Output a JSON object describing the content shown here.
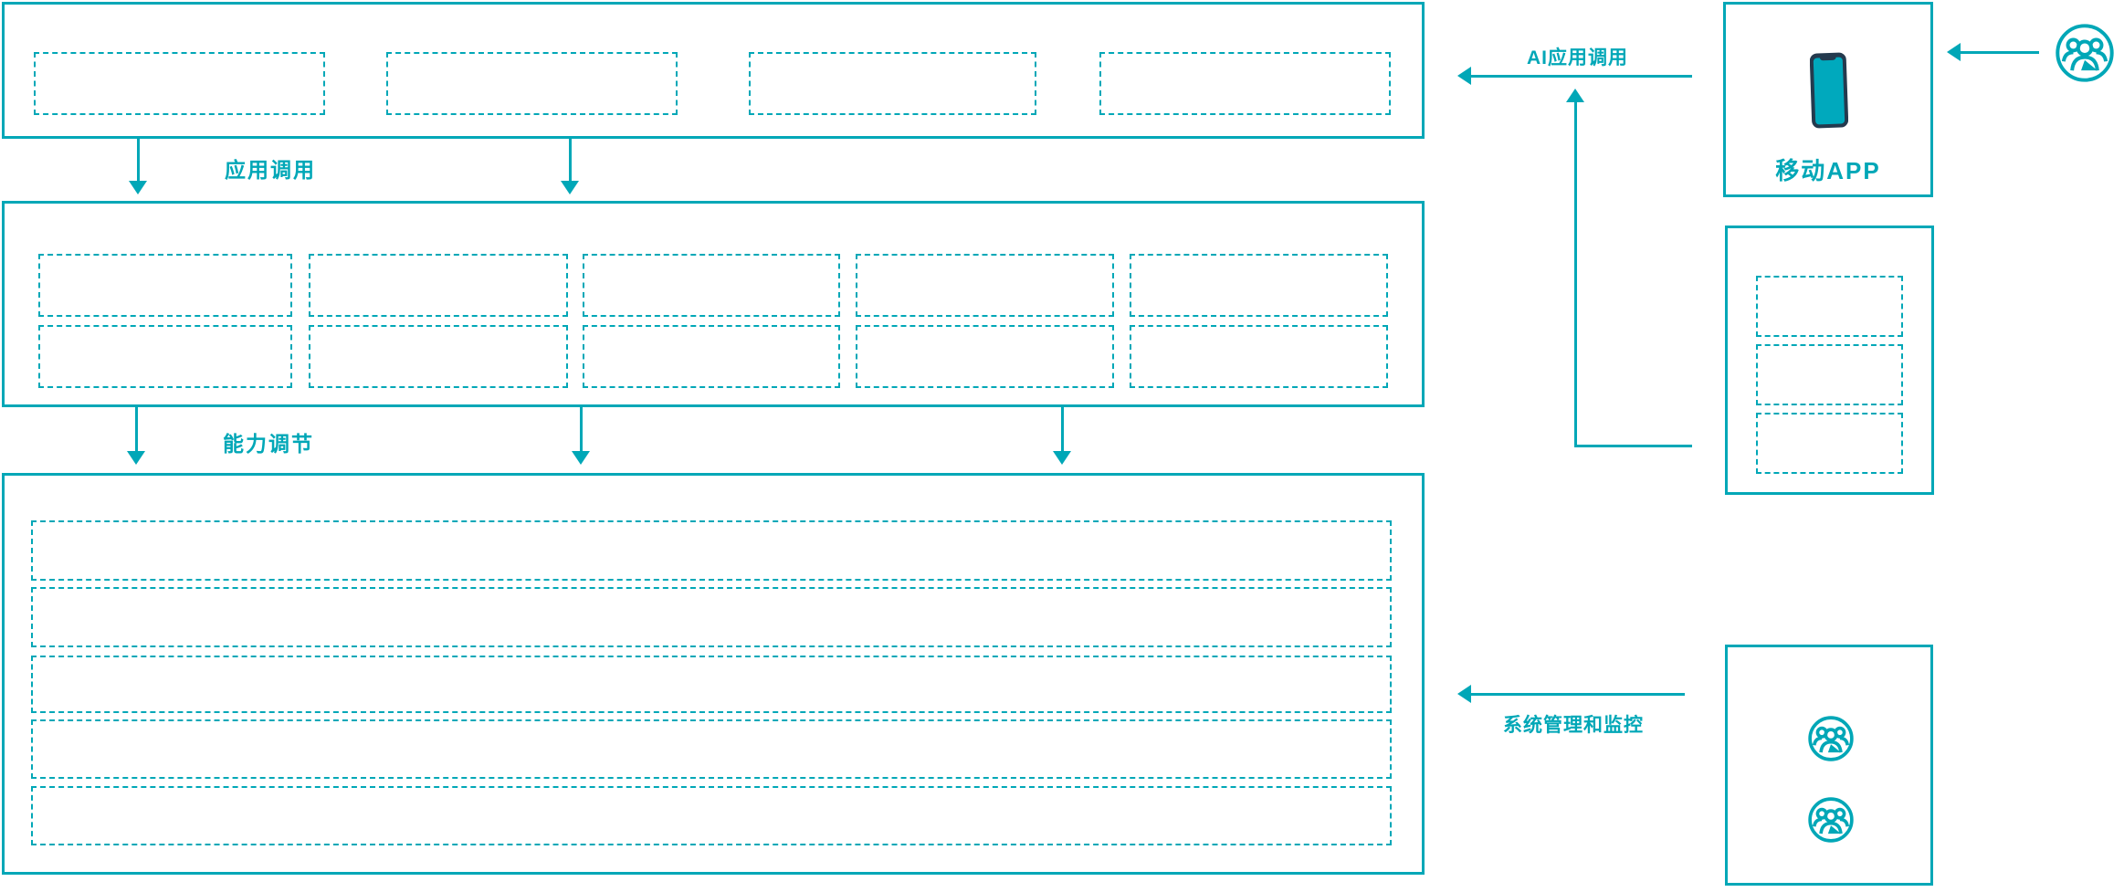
{
  "colors": {
    "line_teal": "#00a7b7",
    "phone_body": "#243a4e",
    "phone_screen": "#00a9bd",
    "background": "#ffffff"
  },
  "flow_labels": {
    "app_call": "应用调用",
    "capability_adjust": "能力调节",
    "ai_app_call": "AI应用调用",
    "system_management": "系统管理和监控"
  },
  "right_panel": {
    "mobile_app_label": "移动APP"
  },
  "icons": {
    "top_right_user": "user-group-circle-icon",
    "ops_users": [
      "user-group-circle-icon",
      "user-group-circle-icon"
    ],
    "mobile_device": "smartphone-icon"
  }
}
